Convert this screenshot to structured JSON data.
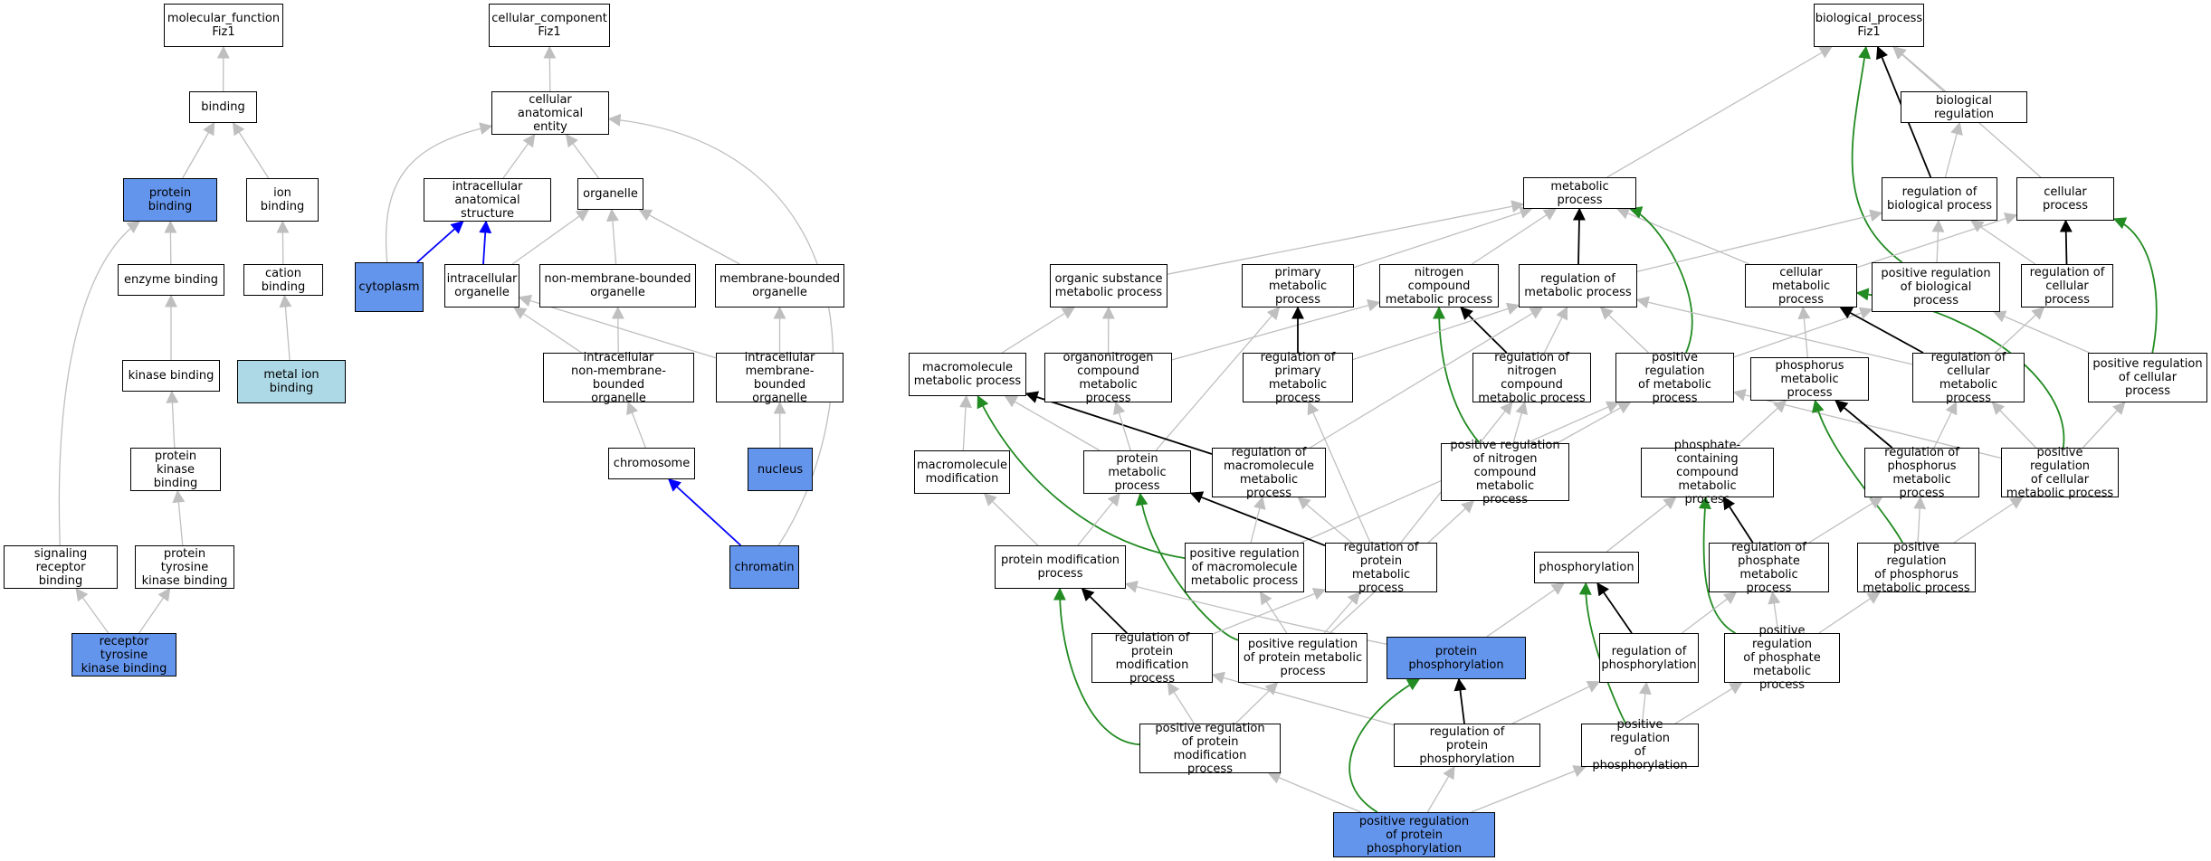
{
  "colors": {
    "edge_gray": "#bfbfbf",
    "edge_black": "#000000",
    "edge_green": "#228b22",
    "edge_blue": "#0000ff",
    "annotated_blue": "#6495ed",
    "annotated_light": "#add8e6"
  },
  "nodes": [
    {
      "id": "mf",
      "label": "molecular_function\nFiz1",
      "style": "plain"
    },
    {
      "id": "binding",
      "label": "binding",
      "style": "plain"
    },
    {
      "id": "pbind",
      "label": "protein binding",
      "style": "blue"
    },
    {
      "id": "ionb",
      "label": "ion binding",
      "style": "plain"
    },
    {
      "id": "enzb",
      "label": "enzyme binding",
      "style": "plain"
    },
    {
      "id": "cationb",
      "label": "cation binding",
      "style": "plain"
    },
    {
      "id": "kinb",
      "label": "kinase binding",
      "style": "plain"
    },
    {
      "id": "metalb",
      "label": "metal ion binding",
      "style": "light"
    },
    {
      "id": "pkb",
      "label": "protein kinase\nbinding",
      "style": "plain"
    },
    {
      "id": "srb",
      "label": "signaling receptor\nbinding",
      "style": "plain"
    },
    {
      "id": "ptkb",
      "label": "protein tyrosine\nkinase binding",
      "style": "plain"
    },
    {
      "id": "rtkb",
      "label": "receptor tyrosine\nkinase binding",
      "style": "blue"
    },
    {
      "id": "cc",
      "label": "cellular_component\nFiz1",
      "style": "plain"
    },
    {
      "id": "cae",
      "label": "cellular anatomical\nentity",
      "style": "plain"
    },
    {
      "id": "ias",
      "label": "intracellular\nanatomical structure",
      "style": "plain"
    },
    {
      "id": "org",
      "label": "organelle",
      "style": "plain"
    },
    {
      "id": "cyto",
      "label": "cytoplasm",
      "style": "blue"
    },
    {
      "id": "io",
      "label": "intracellular\norganelle",
      "style": "plain"
    },
    {
      "id": "nmbo",
      "label": "non-membrane-bounded\norganelle",
      "style": "plain"
    },
    {
      "id": "mbo",
      "label": "membrane-bounded\norganelle",
      "style": "plain"
    },
    {
      "id": "inmbo",
      "label": "intracellular\nnon-membrane-bounded\norganelle",
      "style": "plain"
    },
    {
      "id": "imbo",
      "label": "intracellular\nmembrane-bounded\norganelle",
      "style": "plain"
    },
    {
      "id": "chrom",
      "label": "chromosome",
      "style": "plain"
    },
    {
      "id": "nuc",
      "label": "nucleus",
      "style": "blue"
    },
    {
      "id": "chrtn",
      "label": "chromatin",
      "style": "blue"
    },
    {
      "id": "bp",
      "label": "biological_process\nFiz1",
      "style": "plain"
    },
    {
      "id": "breg",
      "label": "biological regulation",
      "style": "plain"
    },
    {
      "id": "metp",
      "label": "metabolic process",
      "style": "plain"
    },
    {
      "id": "rbp",
      "label": "regulation of\nbiological process",
      "style": "plain"
    },
    {
      "id": "cellp",
      "label": "cellular process",
      "style": "plain"
    },
    {
      "id": "osmp",
      "label": "organic substance\nmetabolic process",
      "style": "plain"
    },
    {
      "id": "pmp",
      "label": "primary metabolic\nprocess",
      "style": "plain"
    },
    {
      "id": "ncmp",
      "label": "nitrogen compound\nmetabolic process",
      "style": "plain"
    },
    {
      "id": "rmp",
      "label": "regulation of\nmetabolic process",
      "style": "plain"
    },
    {
      "id": "cmp",
      "label": "cellular metabolic\nprocess",
      "style": "plain"
    },
    {
      "id": "prbp",
      "label": "positive regulation\nof biological\nprocess",
      "style": "plain"
    },
    {
      "id": "rcp",
      "label": "regulation of\ncellular process",
      "style": "plain"
    },
    {
      "id": "mmp",
      "label": "macromolecule\nmetabolic process",
      "style": "plain"
    },
    {
      "id": "oncmp",
      "label": "organonitrogen\ncompound metabolic\nprocess",
      "style": "plain"
    },
    {
      "id": "rpmp",
      "label": "regulation of\nprimary metabolic\nprocess",
      "style": "plain"
    },
    {
      "id": "rncmp",
      "label": "regulation of\nnitrogen compound\nmetabolic process",
      "style": "plain"
    },
    {
      "id": "prmp",
      "label": "positive regulation\nof metabolic\nprocess",
      "style": "plain"
    },
    {
      "id": "phmp",
      "label": "phosphorus metabolic\nprocess",
      "style": "plain"
    },
    {
      "id": "rcmp",
      "label": "regulation of\ncellular metabolic\nprocess",
      "style": "plain"
    },
    {
      "id": "prcp",
      "label": "positive regulation\nof cellular\nprocess",
      "style": "plain"
    },
    {
      "id": "mmod",
      "label": "macromolecule\nmodification",
      "style": "plain"
    },
    {
      "id": "prmetp",
      "label": "protein metabolic\nprocess",
      "style": "plain"
    },
    {
      "id": "rmmp",
      "label": "regulation of\nmacromolecule\nmetabolic process",
      "style": "plain"
    },
    {
      "id": "prncmp",
      "label": "positive regulation\nof nitrogen\ncompound metabolic\nprocess",
      "style": "plain"
    },
    {
      "id": "pccmp",
      "label": "phosphate-containing\ncompound metabolic\nprocess",
      "style": "plain"
    },
    {
      "id": "rphmp",
      "label": "regulation of\nphosphorus metabolic\nprocess",
      "style": "plain"
    },
    {
      "id": "prcmp",
      "label": "positive regulation\nof cellular\nmetabolic process",
      "style": "plain"
    },
    {
      "id": "pmodp",
      "label": "protein modification\nprocess",
      "style": "plain"
    },
    {
      "id": "prmmp",
      "label": "positive regulation\nof macromolecule\nmetabolic process",
      "style": "plain"
    },
    {
      "id": "rprmp",
      "label": "regulation of\nprotein metabolic\nprocess",
      "style": "plain"
    },
    {
      "id": "phos",
      "label": "phosphorylation",
      "style": "plain"
    },
    {
      "id": "rpcmp",
      "label": "regulation of\nphosphate metabolic\nprocess",
      "style": "plain"
    },
    {
      "id": "prphmp",
      "label": "positive regulation\nof phosphorus\nmetabolic process",
      "style": "plain"
    },
    {
      "id": "rpmodp",
      "label": "regulation of\nprotein modification\nprocess",
      "style": "plain"
    },
    {
      "id": "pprmp",
      "label": "positive regulation\nof protein metabolic\nprocess",
      "style": "plain"
    },
    {
      "id": "pphos",
      "label": "protein phosphorylation",
      "style": "blue"
    },
    {
      "id": "rphos",
      "label": "regulation of\nphosphorylation",
      "style": "plain"
    },
    {
      "id": "prpcmp",
      "label": "positive regulation\nof phosphate\nmetabolic process",
      "style": "plain"
    },
    {
      "id": "prpmodp",
      "label": "positive regulation\nof protein modification\nprocess",
      "style": "plain"
    },
    {
      "id": "rpphos",
      "label": "regulation of\nprotein phosphorylation",
      "style": "plain"
    },
    {
      "id": "prphos",
      "label": "positive regulation\nof phosphorylation",
      "style": "plain"
    },
    {
      "id": "prpphos",
      "label": "positive regulation\nof protein phosphorylation",
      "style": "blue"
    }
  ],
  "edges": [
    {
      "from": "binding",
      "to": "mf",
      "type": "gray"
    },
    {
      "from": "pbind",
      "to": "binding",
      "type": "gray"
    },
    {
      "from": "ionb",
      "to": "binding",
      "type": "gray"
    },
    {
      "from": "enzb",
      "to": "pbind",
      "type": "gray"
    },
    {
      "from": "srb",
      "to": "pbind",
      "type": "gray"
    },
    {
      "from": "cationb",
      "to": "ionb",
      "type": "gray"
    },
    {
      "from": "metalb",
      "to": "cationb",
      "type": "gray"
    },
    {
      "from": "kinb",
      "to": "enzb",
      "type": "gray"
    },
    {
      "from": "pkb",
      "to": "kinb",
      "type": "gray"
    },
    {
      "from": "ptkb",
      "to": "pkb",
      "type": "gray"
    },
    {
      "from": "rtkb",
      "to": "srb",
      "type": "gray"
    },
    {
      "from": "rtkb",
      "to": "ptkb",
      "type": "gray"
    },
    {
      "from": "cae",
      "to": "cc",
      "type": "gray"
    },
    {
      "from": "ias",
      "to": "cae",
      "type": "gray"
    },
    {
      "from": "org",
      "to": "cae",
      "type": "gray"
    },
    {
      "from": "cyto",
      "to": "cae",
      "type": "gray"
    },
    {
      "from": "chrtn",
      "to": "cae",
      "type": "gray"
    },
    {
      "from": "cyto",
      "to": "ias",
      "type": "blue"
    },
    {
      "from": "io",
      "to": "ias",
      "type": "blue"
    },
    {
      "from": "io",
      "to": "org",
      "type": "gray"
    },
    {
      "from": "nmbo",
      "to": "org",
      "type": "gray"
    },
    {
      "from": "mbo",
      "to": "org",
      "type": "gray"
    },
    {
      "from": "inmbo",
      "to": "io",
      "type": "gray"
    },
    {
      "from": "imbo",
      "to": "io",
      "type": "gray"
    },
    {
      "from": "inmbo",
      "to": "nmbo",
      "type": "gray"
    },
    {
      "from": "imbo",
      "to": "mbo",
      "type": "gray"
    },
    {
      "from": "chrom",
      "to": "inmbo",
      "type": "gray"
    },
    {
      "from": "nuc",
      "to": "imbo",
      "type": "gray"
    },
    {
      "from": "chrtn",
      "to": "chrom",
      "type": "blue"
    },
    {
      "from": "metp",
      "to": "bp",
      "type": "gray"
    },
    {
      "from": "breg",
      "to": "bp",
      "type": "gray"
    },
    {
      "from": "cellp",
      "to": "bp",
      "type": "gray"
    },
    {
      "from": "rbp",
      "to": "bp",
      "type": "black"
    },
    {
      "from": "prbp",
      "to": "bp",
      "type": "green"
    },
    {
      "from": "rbp",
      "to": "breg",
      "type": "gray"
    },
    {
      "from": "osmp",
      "to": "metp",
      "type": "gray"
    },
    {
      "from": "pmp",
      "to": "metp",
      "type": "gray"
    },
    {
      "from": "ncmp",
      "to": "metp",
      "type": "gray"
    },
    {
      "from": "cmp",
      "to": "metp",
      "type": "gray"
    },
    {
      "from": "rmp",
      "to": "metp",
      "type": "black"
    },
    {
      "from": "prmp",
      "to": "metp",
      "type": "green"
    },
    {
      "from": "cmp",
      "to": "cellp",
      "type": "gray"
    },
    {
      "from": "rcp",
      "to": "cellp",
      "type": "black"
    },
    {
      "from": "prcp",
      "to": "cellp",
      "type": "green"
    },
    {
      "from": "rmp",
      "to": "rbp",
      "type": "gray"
    },
    {
      "from": "rcp",
      "to": "rbp",
      "type": "gray"
    },
    {
      "from": "prbp",
      "to": "rbp",
      "type": "gray"
    },
    {
      "from": "prcp",
      "to": "prbp",
      "type": "gray"
    },
    {
      "from": "prmp",
      "to": "prbp",
      "type": "gray"
    },
    {
      "from": "mmp",
      "to": "osmp",
      "type": "gray"
    },
    {
      "from": "oncmp",
      "to": "osmp",
      "type": "gray"
    },
    {
      "from": "prmetp",
      "to": "pmp",
      "type": "gray"
    },
    {
      "from": "oncmp",
      "to": "ncmp",
      "type": "gray"
    },
    {
      "from": "rncmp",
      "to": "ncmp",
      "type": "black"
    },
    {
      "from": "prncmp",
      "to": "ncmp",
      "type": "green"
    },
    {
      "from": "rpmp",
      "to": "pmp",
      "type": "black"
    },
    {
      "from": "rpmp",
      "to": "rmp",
      "type": "gray"
    },
    {
      "from": "rncmp",
      "to": "rmp",
      "type": "gray"
    },
    {
      "from": "prmp",
      "to": "rmp",
      "type": "gray"
    },
    {
      "from": "rcmp",
      "to": "rmp",
      "type": "gray"
    },
    {
      "from": "rmmp",
      "to": "rmp",
      "type": "gray"
    },
    {
      "from": "phmp",
      "to": "cmp",
      "type": "gray"
    },
    {
      "from": "rcmp",
      "to": "cmp",
      "type": "black"
    },
    {
      "from": "prcmp",
      "to": "cmp",
      "type": "green"
    },
    {
      "from": "rcmp",
      "to": "rcp",
      "type": "gray"
    },
    {
      "from": "prcmp",
      "to": "prcp",
      "type": "gray"
    },
    {
      "from": "mmod",
      "to": "mmp",
      "type": "gray"
    },
    {
      "from": "prmetp",
      "to": "mmp",
      "type": "gray"
    },
    {
      "from": "rmmp",
      "to": "mmp",
      "type": "black"
    },
    {
      "from": "prmmp",
      "to": "mmp",
      "type": "green"
    },
    {
      "from": "prmetp",
      "to": "oncmp",
      "type": "gray"
    },
    {
      "from": "rprmp",
      "to": "rpmp",
      "type": "gray"
    },
    {
      "from": "prncmp",
      "to": "rncmp",
      "type": "gray"
    },
    {
      "from": "rprmp",
      "to": "rncmp",
      "type": "gray"
    },
    {
      "from": "prncmp",
      "to": "prmp",
      "type": "gray"
    },
    {
      "from": "prcmp",
      "to": "prmp",
      "type": "gray"
    },
    {
      "from": "prmmp",
      "to": "prmp",
      "type": "gray"
    },
    {
      "from": "pccmp",
      "to": "phmp",
      "type": "gray"
    },
    {
      "from": "rphmp",
      "to": "phmp",
      "type": "black"
    },
    {
      "from": "prphmp",
      "to": "phmp",
      "type": "green"
    },
    {
      "from": "rphmp",
      "to": "rcmp",
      "type": "gray"
    },
    {
      "from": "prcmp",
      "to": "rcmp",
      "type": "gray"
    },
    {
      "from": "pmodp",
      "to": "mmod",
      "type": "gray"
    },
    {
      "from": "pmodp",
      "to": "prmetp",
      "type": "gray"
    },
    {
      "from": "rprmp",
      "to": "prmetp",
      "type": "black"
    },
    {
      "from": "pprmp",
      "to": "prmetp",
      "type": "green"
    },
    {
      "from": "prmmp",
      "to": "rmmp",
      "type": "gray"
    },
    {
      "from": "rprmp",
      "to": "rmmp",
      "type": "gray"
    },
    {
      "from": "pprmp",
      "to": "prncmp",
      "type": "gray"
    },
    {
      "from": "phos",
      "to": "pccmp",
      "type": "gray"
    },
    {
      "from": "rpcmp",
      "to": "pccmp",
      "type": "black"
    },
    {
      "from": "prpcmp",
      "to": "pccmp",
      "type": "green"
    },
    {
      "from": "rpcmp",
      "to": "rphmp",
      "type": "gray"
    },
    {
      "from": "prphmp",
      "to": "rphmp",
      "type": "gray"
    },
    {
      "from": "prphmp",
      "to": "prcmp",
      "type": "gray"
    },
    {
      "from": "rpmodp",
      "to": "pmodp",
      "type": "black"
    },
    {
      "from": "prpmodp",
      "to": "pmodp",
      "type": "green"
    },
    {
      "from": "pphos",
      "to": "pmodp",
      "type": "gray"
    },
    {
      "from": "pprmp",
      "to": "prmmp",
      "type": "gray"
    },
    {
      "from": "rpmodp",
      "to": "rprmp",
      "type": "gray"
    },
    {
      "from": "pprmp",
      "to": "rprmp",
      "type": "gray"
    },
    {
      "from": "pphos",
      "to": "phos",
      "type": "gray"
    },
    {
      "from": "rphos",
      "to": "phos",
      "type": "black"
    },
    {
      "from": "prphos",
      "to": "phos",
      "type": "green"
    },
    {
      "from": "rphos",
      "to": "rpcmp",
      "type": "gray"
    },
    {
      "from": "prpcmp",
      "to": "rpcmp",
      "type": "gray"
    },
    {
      "from": "prpcmp",
      "to": "prphmp",
      "type": "gray"
    },
    {
      "from": "prpmodp",
      "to": "rpmodp",
      "type": "gray"
    },
    {
      "from": "prpmodp",
      "to": "pprmp",
      "type": "gray"
    },
    {
      "from": "rpphos",
      "to": "rpmodp",
      "type": "gray"
    },
    {
      "from": "rpphos",
      "to": "pphos",
      "type": "black"
    },
    {
      "from": "prpphos",
      "to": "pphos",
      "type": "green"
    },
    {
      "from": "rpphos",
      "to": "rphos",
      "type": "gray"
    },
    {
      "from": "prphos",
      "to": "rphos",
      "type": "gray"
    },
    {
      "from": "prphos",
      "to": "prpcmp",
      "type": "gray"
    },
    {
      "from": "prpphos",
      "to": "prpmodp",
      "type": "gray"
    },
    {
      "from": "prpphos",
      "to": "rpphos",
      "type": "gray"
    },
    {
      "from": "prpphos",
      "to": "prphos",
      "type": "gray"
    }
  ]
}
